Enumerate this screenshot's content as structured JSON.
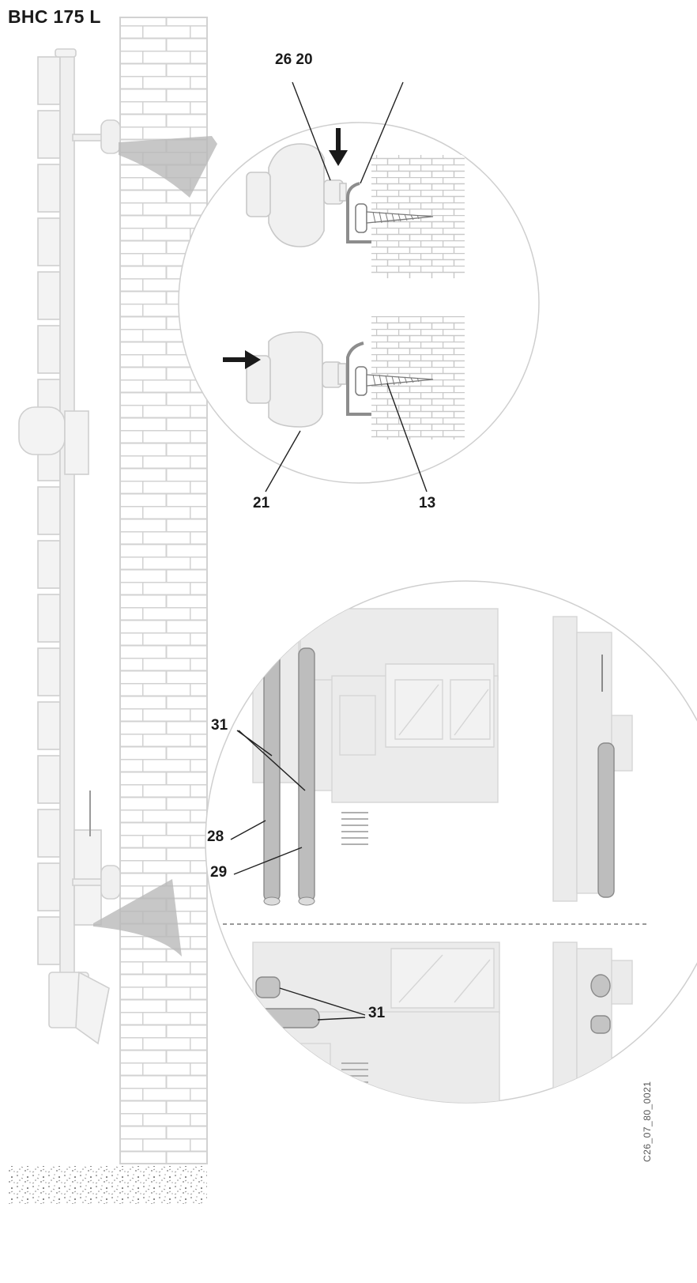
{
  "title": "BHC 175 L",
  "callouts": {
    "c26_20": "26 20",
    "c21": "21",
    "c13": "13",
    "c31_top": "31",
    "c28": "28",
    "c29": "29",
    "c31_bottom": "31"
  },
  "drawing_code": "C26_07_80_0021",
  "colors": {
    "line": "#c8c8c8",
    "fill": "#ebebeb",
    "dark": "#1a1a1a",
    "metal": "#8a8a8a"
  }
}
